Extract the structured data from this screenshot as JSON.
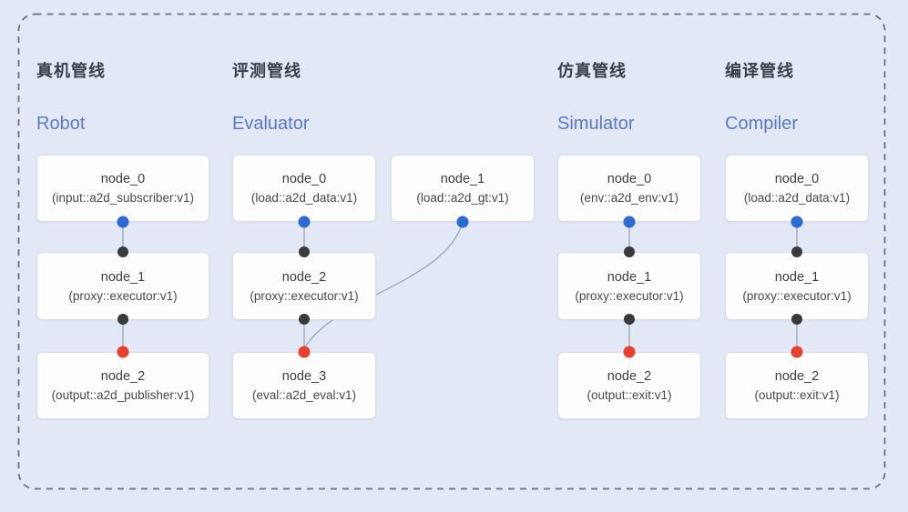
{
  "colors": {
    "background": "#e2e8f6",
    "frame_dash": "#6e7073",
    "edge": "#97a0b3",
    "node_fill": "#fdfdfe",
    "node_border": "#d9dce3",
    "blue_dot": "#2a6bd3",
    "dark_dot": "#3a3a3a",
    "red_dot": "#e8402e",
    "title_cn": "#3a3f47",
    "title_en": "#5b79c9"
  },
  "pipelines": [
    {
      "id": "robot",
      "title_cn": "真机管线",
      "title_en": "Robot",
      "nodes": [
        {
          "name": "node_0",
          "type": "(input::a2d_subscriber:v1)"
        },
        {
          "name": "node_1",
          "type": "(proxy::executor:v1)"
        },
        {
          "name": "node_2",
          "type": "(output::a2d_publisher:v1)"
        }
      ]
    },
    {
      "id": "evaluator",
      "title_cn": "评测管线",
      "title_en": "Evaluator",
      "nodes": [
        {
          "name": "node_0",
          "type": "(load::a2d_data:v1)"
        },
        {
          "name": "node_1",
          "type": "(load::a2d_gt:v1)"
        },
        {
          "name": "node_2",
          "type": "(proxy::executor:v1)"
        },
        {
          "name": "node_3",
          "type": "(eval::a2d_eval:v1)"
        }
      ]
    },
    {
      "id": "simulator",
      "title_cn": "仿真管线",
      "title_en": "Simulator",
      "nodes": [
        {
          "name": "node_0",
          "type": "(env::a2d_env:v1)"
        },
        {
          "name": "node_1",
          "type": "(proxy::executor:v1)"
        },
        {
          "name": "node_2",
          "type": "(output::exit:v1)"
        }
      ]
    },
    {
      "id": "compiler",
      "title_cn": "编译管线",
      "title_en": "Compiler",
      "nodes": [
        {
          "name": "node_0",
          "type": "(load::a2d_data:v1)"
        },
        {
          "name": "node_1",
          "type": "(proxy::executor:v1)"
        },
        {
          "name": "node_2",
          "type": "(output::exit:v1)"
        }
      ]
    }
  ]
}
